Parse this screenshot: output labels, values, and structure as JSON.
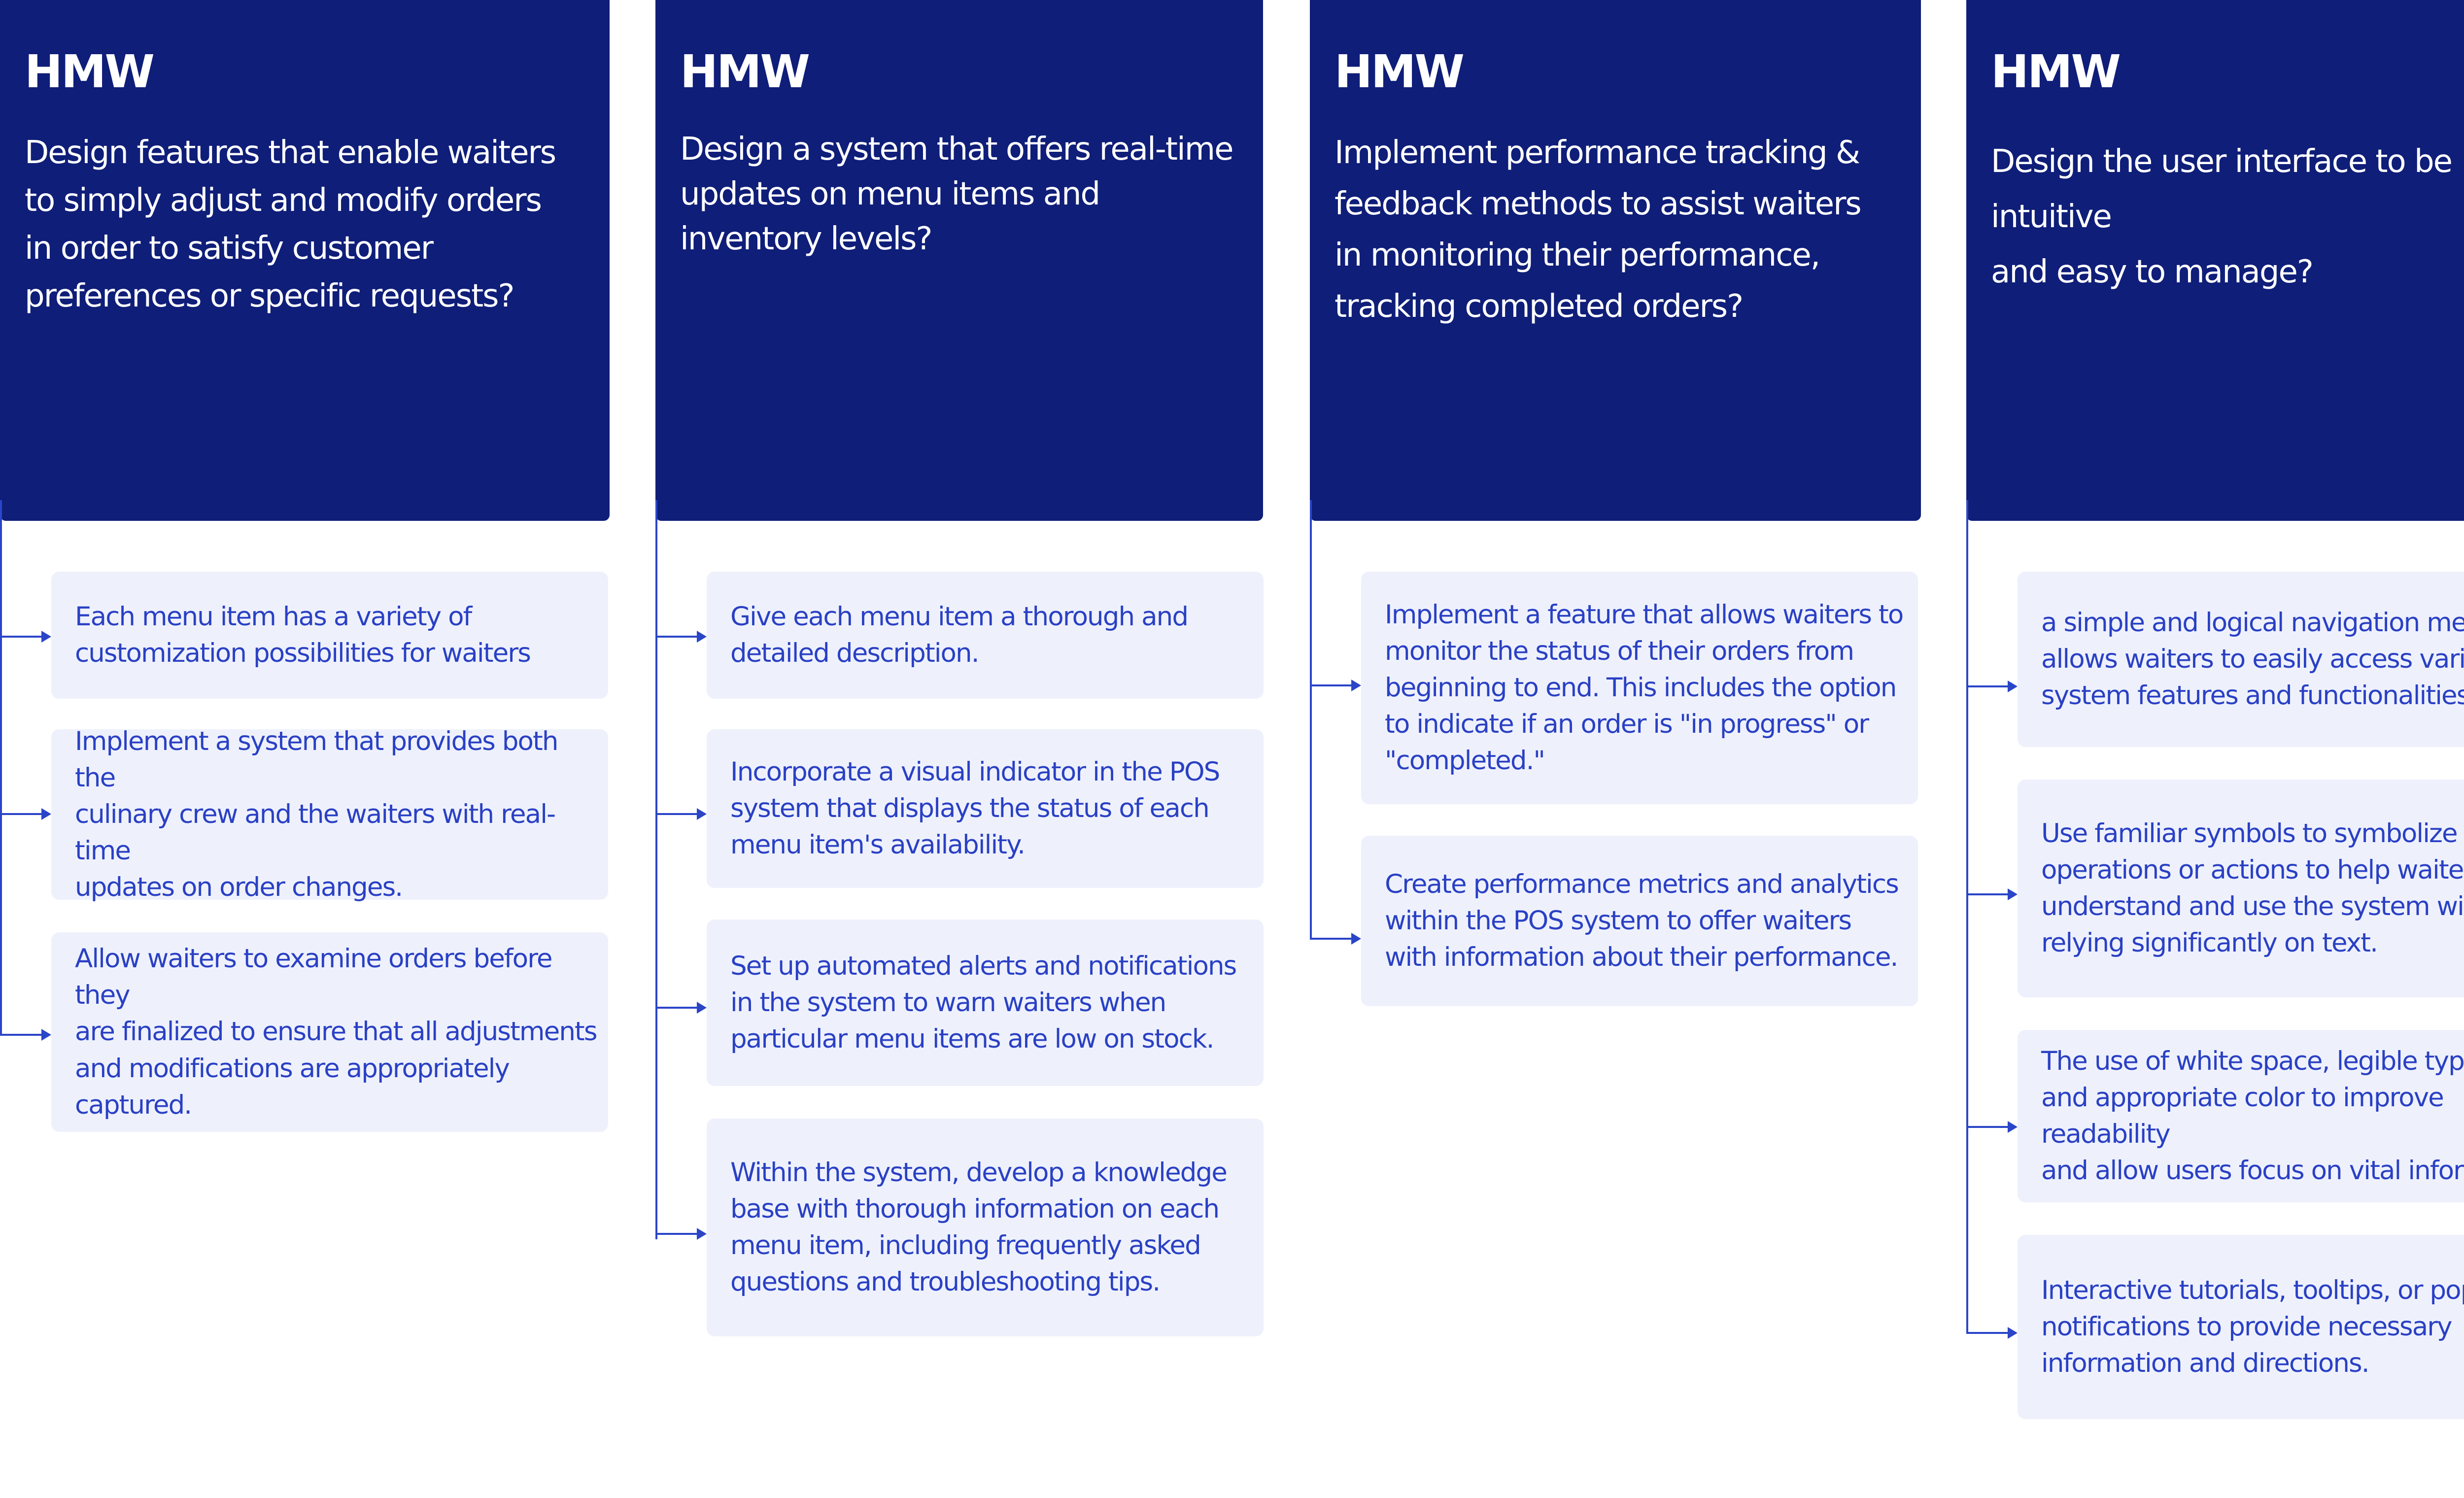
{
  "columns": [
    {
      "hmw": "HMW",
      "question": "Design features that enable waiters\nto simply adjust and modify orders\nin order to satisfy customer\npreferences or specific requests?",
      "ideas": [
        "Each menu item has a variety of\ncustomization possibilities for waiters",
        "Implement a system that provides both the\nculinary crew and the waiters with real-time\nupdates on order changes.",
        "Allow waiters to examine orders before they\nare finalized to ensure that all adjustments\nand modifications are appropriately\ncaptured."
      ]
    },
    {
      "hmw": "HMW",
      "question": "Design a system that offers real-time\nupdates on menu items and\ninventory levels?",
      "ideas": [
        "Give each menu item a thorough and\ndetailed description.",
        "Incorporate a visual indicator in the POS\nsystem that displays the status of each\nmenu item's availability.",
        "Set up automated alerts and notifications\nin the  system to warn waiters when\nparticular menu items are low on stock.",
        "Within the system, develop a knowledge\nbase with thorough information on each\nmenu item, including frequently asked\nquestions and troubleshooting tips."
      ]
    },
    {
      "hmw": "HMW",
      "question": "Implement performance tracking &\nfeedback methods to assist waiters\nin monitoring their performance,\ntracking completed orders?",
      "ideas": [
        "Implement a feature that allows waiters to\nmonitor the status of their orders from\nbeginning to end. This includes the option\nto indicate if an order is \"in progress\" or\n\"completed.\"",
        "Create performance metrics and analytics\nwithin the POS system to offer waiters\nwith information about their performance."
      ]
    },
    {
      "hmw": "HMW",
      "question": "Design the user interface  to be intuitive\nand easy to manage?",
      "ideas": [
        "a simple and logical navigation menu that\nallows waiters to easily access various\nsystem features and functionalities.",
        "Use familiar symbols to symbolize specific\noperations or actions to help waiters\nunderstand and use the system without\nrelying significantly on text.",
        "The use of white space, legible typeface\nand appropriate color to improve readability\nand allow users focus on vital information.",
        "Interactive tutorials, tooltips, or pop-up\nnotifications to provide necessary\ninformation and directions."
      ]
    }
  ]
}
